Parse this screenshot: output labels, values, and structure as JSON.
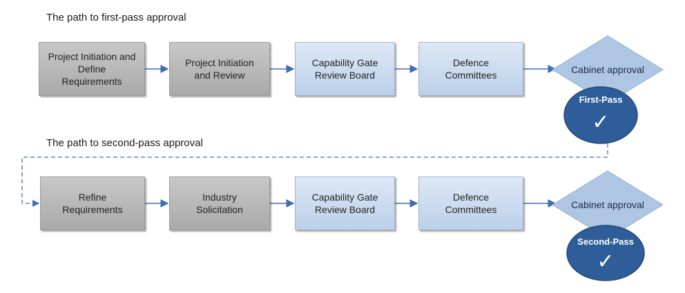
{
  "first_pass": {
    "title": "The path to first-pass approval",
    "steps": [
      "Project Initiation and\nDefine\nRequirements",
      "Project Initiation\nand Review",
      "Capability Gate\nReview Board",
      "Defence\nCommittees"
    ],
    "decision": "Cabinet approval",
    "outcome": "First-Pass",
    "check": "✓"
  },
  "second_pass": {
    "title": "The path to second-pass approval",
    "steps": [
      "Refine\nRequirements",
      "Industry\nSolicitation",
      "Capability Gate\nReview Board",
      "Defence\nCommittees"
    ],
    "decision": "Cabinet approval",
    "outcome": "Second-Pass",
    "check": "✓"
  },
  "colors": {
    "grey_box": "#b7b7b7",
    "blue_box": "#c9d9ee",
    "arrow": "#3f6fb0",
    "diamond": "#aec6e4",
    "ellipse": "#2f5d99"
  }
}
